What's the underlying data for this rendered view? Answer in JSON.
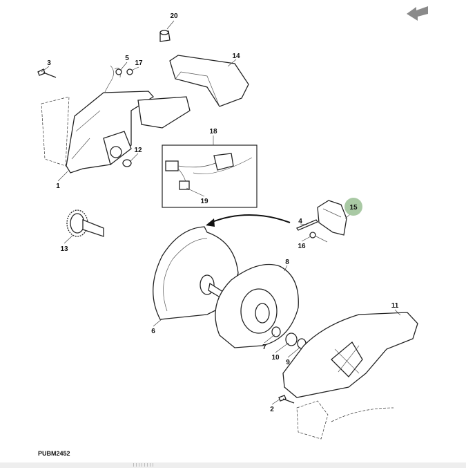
{
  "diagram": {
    "drawing_code": "PUBM2452",
    "highlight_color": "#a9c9a4",
    "highlighted_part": "15",
    "callouts": [
      "20",
      "3",
      "5",
      "17",
      "14",
      "18",
      "12",
      "1",
      "19",
      "15",
      "4",
      "16",
      "13",
      "8",
      "11",
      "6",
      "7",
      "10",
      "9",
      "2"
    ]
  },
  "icons": {
    "back": "arrow-back-icon"
  }
}
